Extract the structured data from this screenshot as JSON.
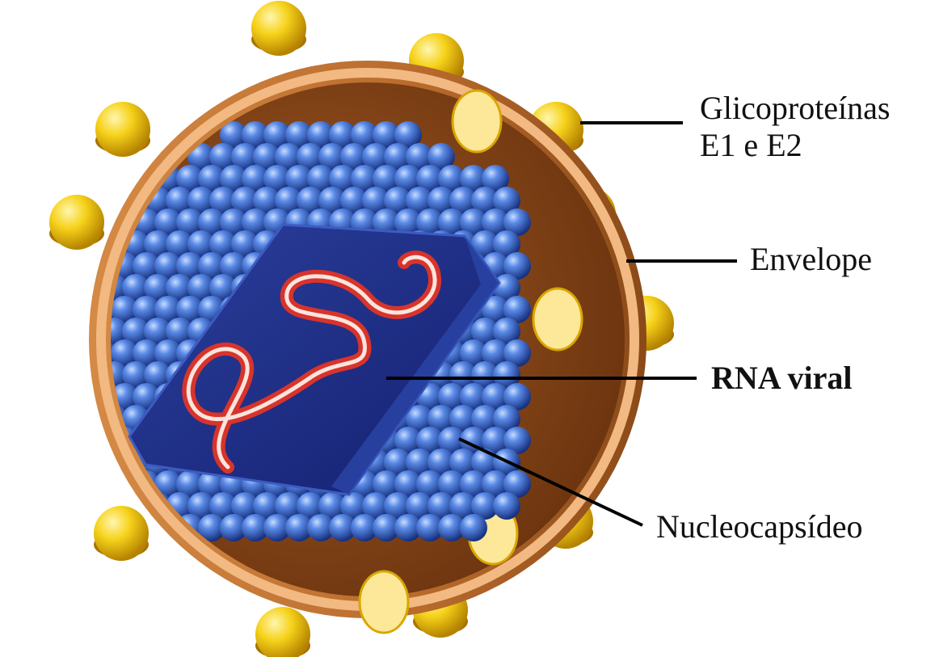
{
  "labels": {
    "glycoproteins_line1": "Glicoproteínas",
    "glycoproteins_line2": "E1 e E2",
    "envelope": "Envelope",
    "rna": "RNA viral",
    "nucleocapsid": "Nucleocapsídeo"
  },
  "colors": {
    "envelope_shell": "#b5662a",
    "envelope_rim": "#f2b982",
    "envelope_inner": "#7c3f12",
    "glycoprotein": "#f2c20c",
    "capsomer": "#3f6fd4",
    "capsid_face": "#1d2f86",
    "rna_strand": "#d8342b"
  }
}
